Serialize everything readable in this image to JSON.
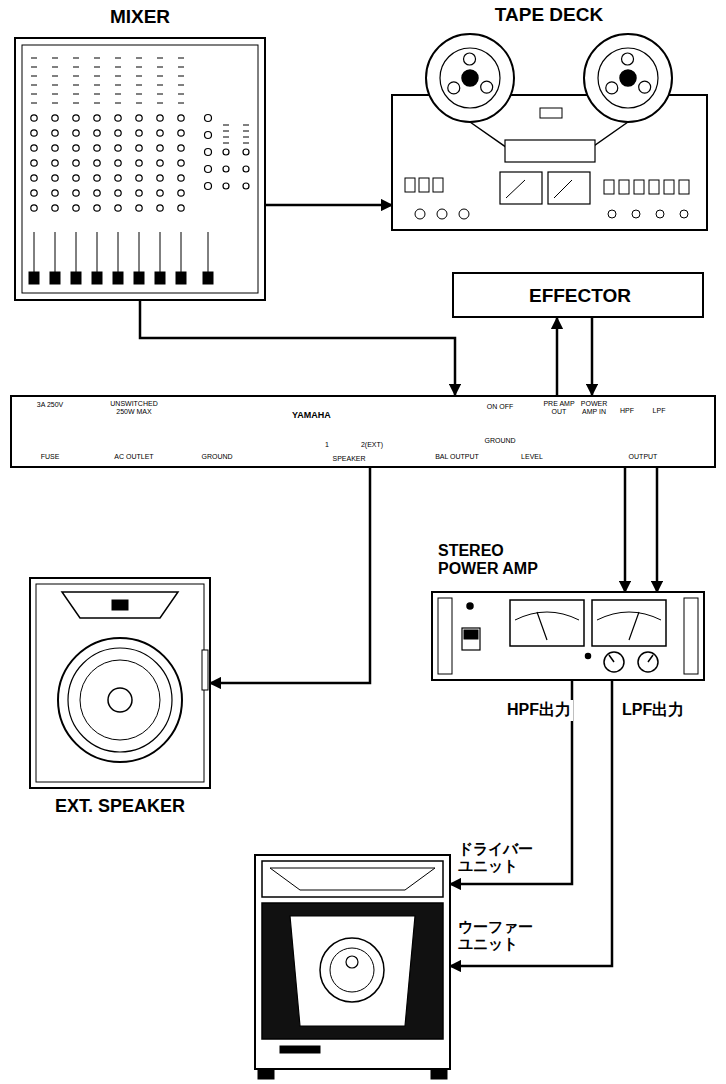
{
  "diagram": {
    "nodes": [
      {
        "text": [
          "MIXER"
        ]
      },
      {
        "text": [
          "TAPE DECK"
        ]
      },
      {
        "text": [
          "EFFECTOR"
        ]
      },
      {
        "text": [
          "3A 250V",
          "FUSE",
          "UNSWITCHED 250W MAX",
          "AC OUTLET",
          "GROUND",
          "YAMAHA",
          "1",
          "2(EXT)",
          "SPEAKER",
          "BAL OUTPUT",
          "ON OFF",
          "GROUND",
          "LEVEL",
          "PRE AMP OUT",
          "POWER AMP IN",
          "HPF",
          "LPF",
          "OUTPUT"
        ]
      },
      {
        "text": [
          "EXT. SPEAKER"
        ]
      },
      {
        "text": [
          "STEREO POWER AMP"
        ]
      },
      {
        "text": [
          "ドライバー ユニット",
          "ウーファー ユニット"
        ]
      }
    ],
    "edges": [
      {
        "from": 0,
        "to": 1,
        "arrow": "to"
      },
      {
        "from": 0,
        "to": 3,
        "arrow": "to"
      },
      {
        "from": 3,
        "to": 2,
        "arrow": "to"
      },
      {
        "from": 2,
        "to": 3,
        "arrow": "to"
      },
      {
        "from": 3,
        "to": 4,
        "arrow": "to"
      },
      {
        "from": 3,
        "to": 5,
        "arrow": "to"
      },
      {
        "from": 3,
        "to": 5,
        "arrow": "to"
      },
      {
        "from": 5,
        "to": 6,
        "arrow": "to",
        "label": "HPF出力"
      },
      {
        "from": 5,
        "to": 6,
        "arrow": "to",
        "label": "LPF出力"
      }
    ]
  }
}
